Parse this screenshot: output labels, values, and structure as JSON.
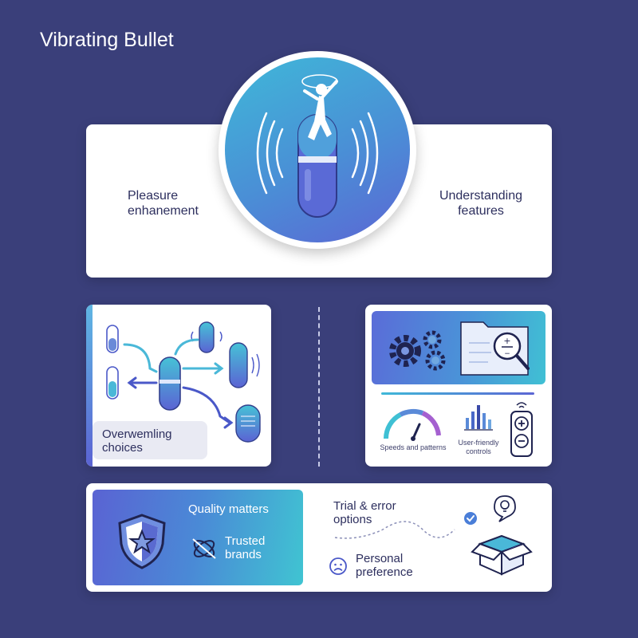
{
  "title": "Vibrating Bullet",
  "top": {
    "left_label": "Pleasure enhanement",
    "right_label": "Understanding features"
  },
  "middle_left": {
    "label": "Overwemling choices"
  },
  "middle_right": {
    "speeds_label": "Speeds and patterns",
    "controls_label": "User-friendly controls"
  },
  "bottom": {
    "quality_label": "Quality matters",
    "trusted_label": "Trusted brands",
    "trial_label": "Trial & error options",
    "personal_label": "Personal preference"
  },
  "colors": {
    "background": "#3a3f7a",
    "card": "#ffffff",
    "accent_teal": "#3fb8d8",
    "accent_indigo": "#5c66d4",
    "text_dark": "#2d2f5e"
  }
}
